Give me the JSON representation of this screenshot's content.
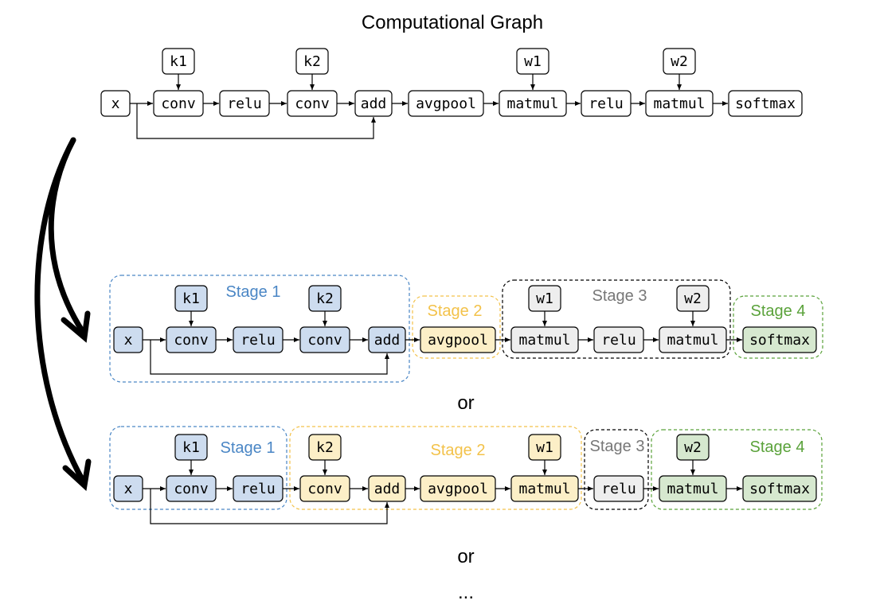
{
  "title": "Computational Graph",
  "or_label": "or",
  "ellipsis": "...",
  "colors": {
    "stage1": "#4a86c5",
    "stage1_fill": "#cddcef",
    "stage2": "#f3c24a",
    "stage2_fill": "#fcefc7",
    "stage3": "#000000",
    "stage3_text": "#777777",
    "stage3_fill": "#eeeeee",
    "stage4": "#5aa23a",
    "stage4_fill": "#d6e8cf",
    "plain_fill": "#ffffff"
  },
  "graph": {
    "nodes": {
      "x": "x",
      "conv1": "conv",
      "relu1": "relu",
      "conv2": "conv",
      "add": "add",
      "avgpool": "avgpool",
      "matmul1": "matmul",
      "relu2": "relu",
      "matmul2": "matmul",
      "softmax": "softmax",
      "k1": "k1",
      "k2": "k2",
      "w1": "w1",
      "w2": "w2"
    }
  },
  "partition_1": {
    "stages": [
      {
        "label": "Stage 1",
        "color_key": "stage1"
      },
      {
        "label": "Stage 2",
        "color_key": "stage2"
      },
      {
        "label": "Stage 3",
        "color_key": "stage3"
      },
      {
        "label": "Stage 4",
        "color_key": "stage4"
      }
    ]
  },
  "partition_2": {
    "stages": [
      {
        "label": "Stage 1",
        "color_key": "stage1"
      },
      {
        "label": "Stage 2",
        "color_key": "stage2"
      },
      {
        "label": "Stage 3",
        "color_key": "stage3"
      },
      {
        "label": "Stage 4",
        "color_key": "stage4"
      }
    ]
  }
}
